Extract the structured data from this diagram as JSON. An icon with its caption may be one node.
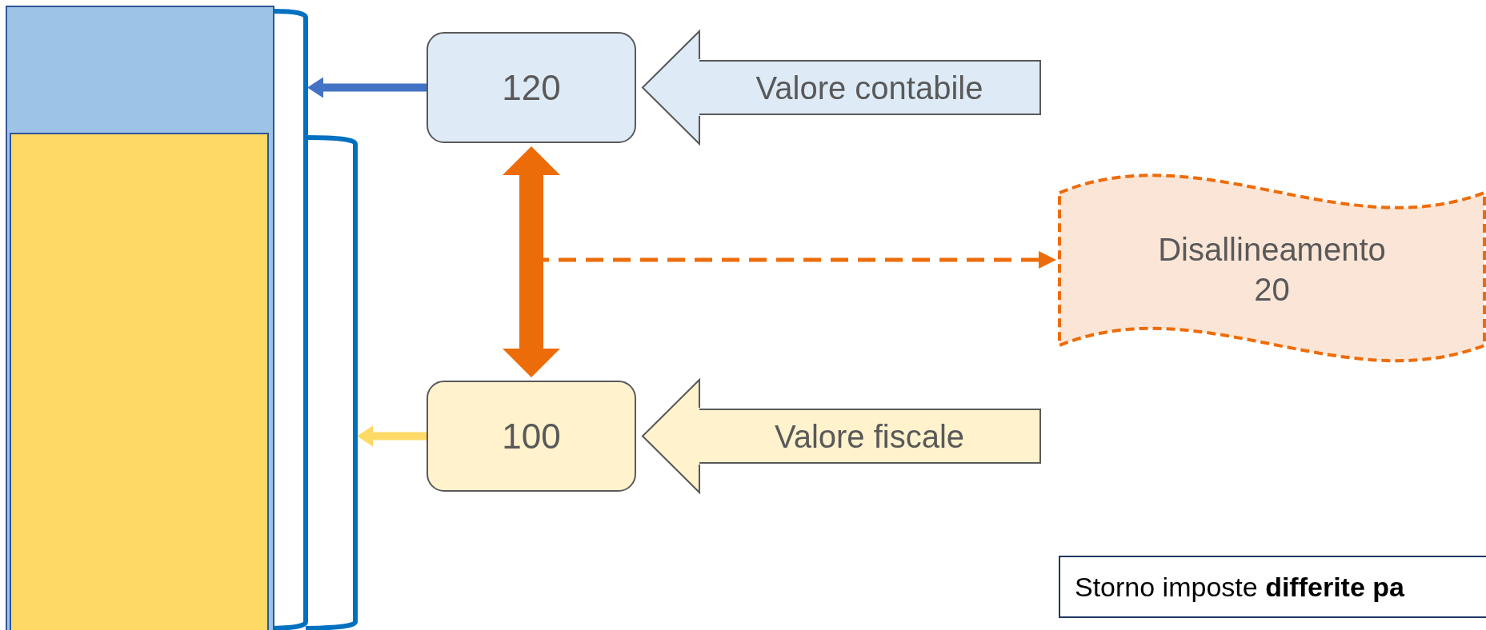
{
  "diagram": {
    "nodes": [
      {
        "text": [],
        "shape": "bar"
      },
      {
        "text": [],
        "shape": "bar",
        "in": 0
      },
      {
        "text": [
          "120"
        ]
      },
      {
        "text": [
          "Valore contabile"
        ]
      },
      {
        "text": [
          "Disallineamento 20"
        ]
      },
      {
        "text": [
          "100"
        ]
      },
      {
        "text": [
          "Valore fiscale"
        ]
      },
      {
        "text": [
          "Storno imposte **differite pa**"
        ]
      }
    ],
    "edges": [
      {
        "from": 2,
        "to": 0,
        "arrow": "to",
        "color": "#4472c4"
      },
      {
        "from": 5,
        "to": 1,
        "arrow": "to",
        "color": "#ffd966"
      },
      {
        "from": 2,
        "to": 5,
        "arrow": "both",
        "style": "thick",
        "color": "#ed6c0a"
      },
      {
        "from": null,
        "to": 4,
        "arrow": "to",
        "style": "dashed",
        "color": "#ed6c0a"
      },
      {
        "from": 3,
        "to": 2,
        "arrow": "to",
        "style": "thick",
        "color": "#deebf7"
      },
      {
        "from": 6,
        "to": 5,
        "arrow": "to",
        "style": "thick",
        "color": "#fff2cc"
      }
    ]
  }
}
